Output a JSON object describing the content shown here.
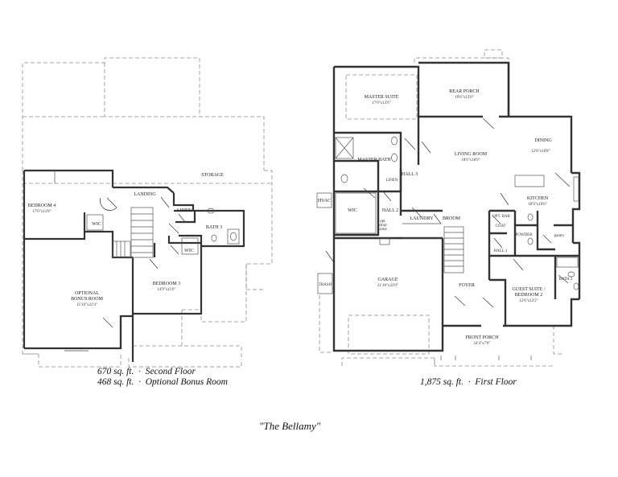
{
  "second_floor": {
    "rooms": [
      {
        "id": "storage",
        "name": "STORAGE",
        "dims": ""
      },
      {
        "id": "landing",
        "name": "LANDING",
        "dims": ""
      },
      {
        "id": "bedroom4",
        "name": "BEDROOM 4",
        "dims": "17'0\"x13'8\""
      },
      {
        "id": "wic-a",
        "name": "WIC",
        "dims": ""
      },
      {
        "id": "linen",
        "name": "LINEN",
        "dims": ""
      },
      {
        "id": "bath3",
        "name": "BATH 3",
        "dims": ""
      },
      {
        "id": "wic-b",
        "name": "WIC",
        "dims": ""
      },
      {
        "id": "bonus",
        "name": "OPTIONAL\nBONUS ROOM",
        "dims": "15'10\"x22'4\""
      },
      {
        "id": "bedroom3",
        "name": "BEDROOM 3",
        "dims": "14'9\"x11'0\""
      }
    ],
    "captions": [
      {
        "sqft": "670 sq. ft.",
        "label": "Second Floor"
      },
      {
        "sqft": "468 sq. ft.",
        "label": "Optional Bonus Room"
      }
    ]
  },
  "first_floor": {
    "rooms": [
      {
        "id": "master",
        "name": "MASTER SUITE",
        "dims": "17'0\"x13'6\""
      },
      {
        "id": "rear-porch",
        "name": "REAR PORCH",
        "dims": "19'6\"x12'0\""
      },
      {
        "id": "master-bath",
        "name": "MASTER BATH",
        "dims": ""
      },
      {
        "id": "living",
        "name": "LIVING ROOM",
        "dims": "18'0\"x18'0\""
      },
      {
        "id": "dining",
        "name": "DINING",
        "dims": "12'6\"x10'8\""
      },
      {
        "id": "hall3",
        "name": "HALL 3",
        "dims": ""
      },
      {
        "id": "linen",
        "name": "LINEN",
        "dims": ""
      },
      {
        "id": "kitchen",
        "name": "KITCHEN",
        "dims": "18'9\"x10'6\""
      },
      {
        "id": "hvac",
        "name": "HVAC",
        "dims": ""
      },
      {
        "id": "wic",
        "name": "WIC",
        "dims": ""
      },
      {
        "id": "hall2",
        "name": "HALL 2",
        "dims": ""
      },
      {
        "id": "laundry",
        "name": "LAUNDRY",
        "dims": ""
      },
      {
        "id": "broom",
        "name": "BROOM",
        "dims": ""
      },
      {
        "id": "drop",
        "name": "opt.\ndrop\nzone",
        "dims": ""
      },
      {
        "id": "opt-bar",
        "name": "OPT. BAR",
        "dims": ""
      },
      {
        "id": "coat",
        "name": "COAT",
        "dims": ""
      },
      {
        "id": "powder",
        "name": "POWDER",
        "dims": ""
      },
      {
        "id": "pantry",
        "name": "pantry",
        "dims": ""
      },
      {
        "id": "hall1",
        "name": "HALL 1",
        "dims": ""
      },
      {
        "id": "bath2",
        "name": "BATH 2",
        "dims": ""
      },
      {
        "id": "garage",
        "name": "GARAGE",
        "dims": "21'10\"x22'0\""
      },
      {
        "id": "foyer",
        "name": "FOYER",
        "dims": ""
      },
      {
        "id": "guest",
        "name": "GUEST SUITE /\nBEDROOM 2",
        "dims": "12'6\"x12'2\""
      },
      {
        "id": "trash",
        "name": "TRASH",
        "dims": ""
      },
      {
        "id": "front-porch",
        "name": "FRONT PORCH",
        "dims": "24'4\"x7'0\""
      }
    ],
    "captions": [
      {
        "sqft": "1,875 sq. ft.",
        "label": "First Floor"
      }
    ]
  },
  "title": "\"The Bellamy\"",
  "colors": {
    "wall": "#333333",
    "dashed": "#8a8a8a",
    "text": "#222222"
  }
}
